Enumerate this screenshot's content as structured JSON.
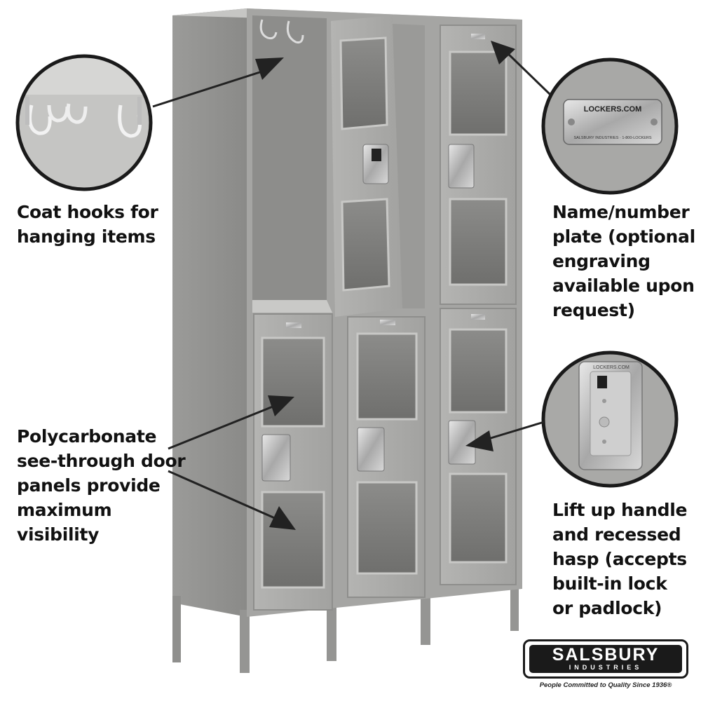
{
  "callouts": {
    "hooks": "Coat hooks for\nhanging items",
    "panels": "Polycarbonate\nsee-through door\npanels provide\nmaximum\nvisibility",
    "plate": "Name/number\nplate (optional\nengraving\navailable upon\nrequest)",
    "handle": "Lift up handle\nand recessed\nhasp (accepts\nbuilt-in lock\nor padlock)"
  },
  "plate_inset": {
    "brand": "LOCKERS.COM",
    "maker": "SALSBURY INDUSTRIES · 1-800-LOCKERS"
  },
  "handle_inset": {
    "brand": "LOCKERS.COM"
  },
  "logo": {
    "word": "SALSBURY",
    "sub": "INDUSTRIES",
    "tagline": "People Committed to Quality Since 1936®"
  },
  "colors": {
    "locker_gray": "#a9a9a7",
    "shadow_gray": "#7d7d7b",
    "arrow": "#222222",
    "logo_dark": "#1a1a1a"
  }
}
